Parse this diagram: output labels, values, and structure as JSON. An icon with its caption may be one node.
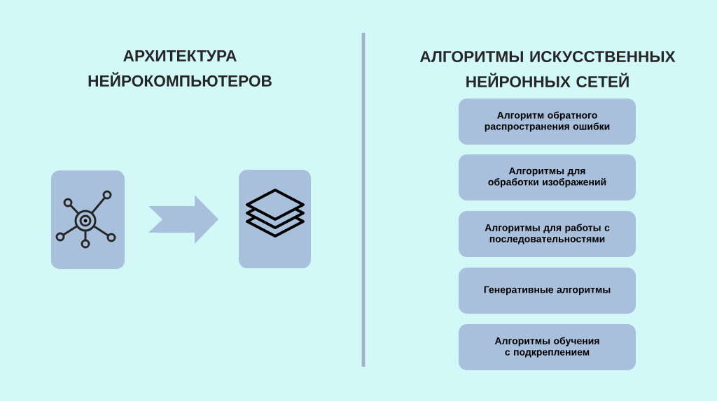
{
  "diagram": {
    "nodes": [
      {
        "text": [],
        "shape": "box"
      },
      {
        "text": [],
        "shape": "box"
      },
      {
        "text": [
          "Алгоритм обратного распространения ошибки"
        ]
      },
      {
        "text": [
          "Алгоритмы для обработки изображений"
        ]
      },
      {
        "text": [
          "Алгоритмы для работы с последовательностями"
        ]
      },
      {
        "text": [
          "Генеративные алгоритмы"
        ]
      },
      {
        "text": [
          "Алгоритмы обучения с подкреплением"
        ]
      }
    ],
    "edges": [
      {
        "from": 0,
        "to": 1,
        "arrow": "to"
      }
    ],
    "labels": [
      "АРХИТЕКТУРА НЕЙРОКОМПЬЮТЕРОВ",
      "АЛГОРИТМЫ ИСКУССТВЕННЫХ НЕЙРОННЫХ СЕТЕЙ"
    ]
  }
}
